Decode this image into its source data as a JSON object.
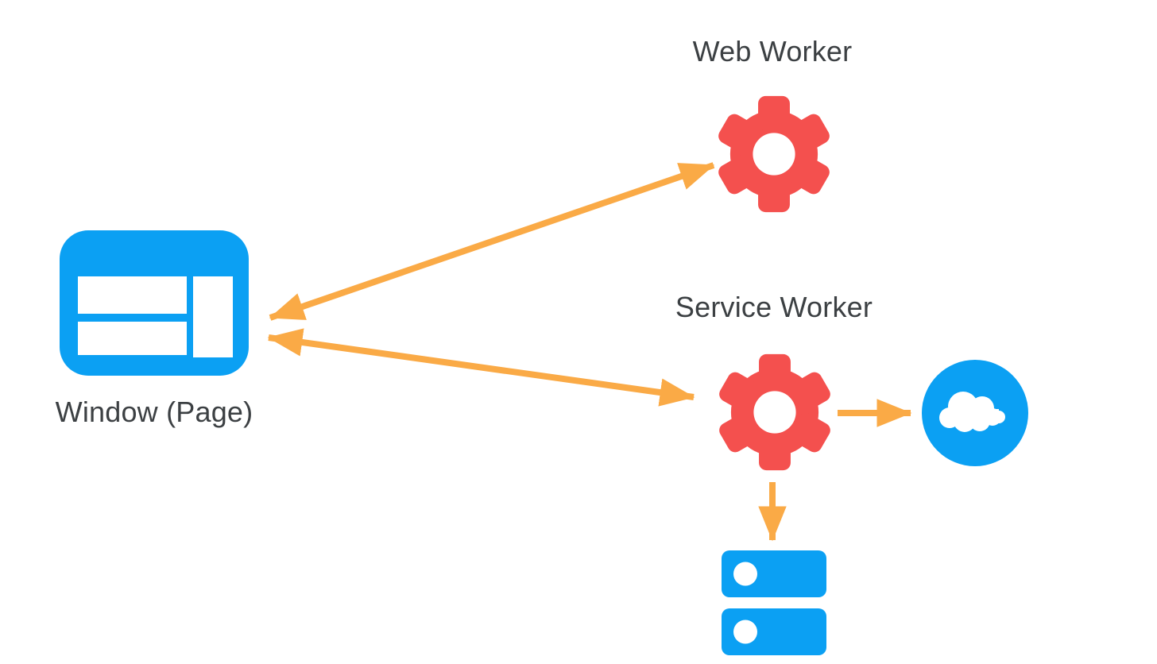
{
  "diagram": {
    "title": "Window, Web Worker and Service Worker communication diagram",
    "colors": {
      "blue": "#0BA0F3",
      "red": "#F4504E",
      "orange": "#FAAA46",
      "label_text": "#3C4043",
      "background": "#FFFFFF"
    },
    "nodes": {
      "web_worker": {
        "label": "Web Worker",
        "icon": "gear-icon"
      },
      "service_worker": {
        "label": "Service Worker",
        "icon": "gear-icon"
      },
      "window_page": {
        "label": "Window (Page)",
        "icon": "browser-window-icon"
      },
      "network": {
        "icon": "cloud-icon"
      },
      "storage": {
        "icon": "storage-stack-icon"
      }
    },
    "edges": [
      {
        "from": "window_page",
        "to": "web_worker",
        "bidirectional": true
      },
      {
        "from": "window_page",
        "to": "service_worker",
        "bidirectional": true
      },
      {
        "from": "service_worker",
        "to": "network",
        "bidirectional": false
      },
      {
        "from": "service_worker",
        "to": "storage",
        "bidirectional": false
      }
    ]
  }
}
